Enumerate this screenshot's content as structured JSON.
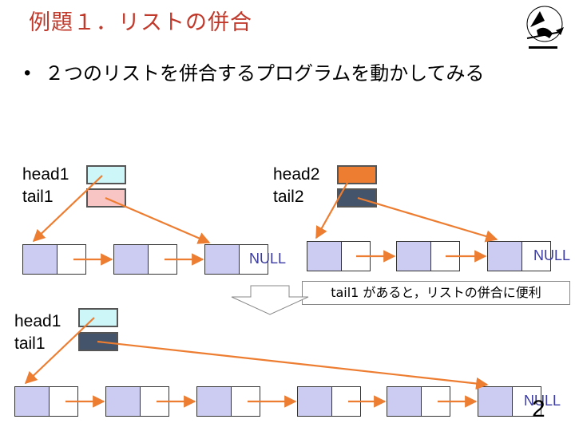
{
  "title": "例題１．リストの併合",
  "bullet": {
    "marker": "•",
    "text": "２つのリストを併合するプログラムを動かしてみる"
  },
  "labels": {
    "head1_top": "head1",
    "tail1_top": "tail1",
    "head2": "head2",
    "tail2": "tail2",
    "head1_bottom": "head1",
    "tail1_bottom": "tail1"
  },
  "null_text": "NULL",
  "callout": "tail1 があると，リストの併合に便利",
  "page_number": "2",
  "colors": {
    "title": "#c0392b",
    "head1": "#ccf6f8",
    "tail1_top": "#f8c4c4",
    "head2": "#ed7d31",
    "tail2": "#44546a",
    "tail1_bottom": "#44546a",
    "node": "#ccccf2",
    "arrow": "#ed7d31"
  }
}
